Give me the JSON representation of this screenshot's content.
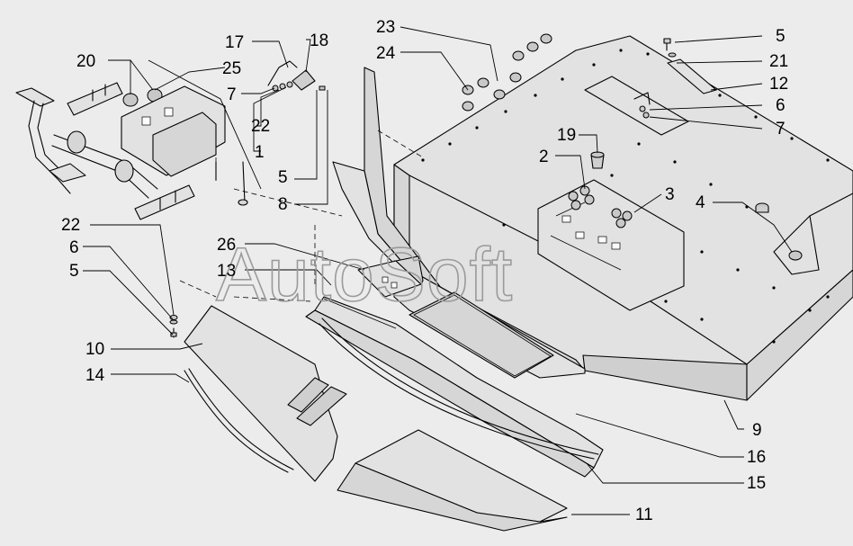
{
  "watermark": "AutoSoft",
  "callouts": [
    {
      "id": "c17",
      "text": "17"
    },
    {
      "id": "c18",
      "text": "18"
    },
    {
      "id": "c20",
      "text": "20"
    },
    {
      "id": "c25",
      "text": "25"
    },
    {
      "id": "c7a",
      "text": "7"
    },
    {
      "id": "c22a",
      "text": "22"
    },
    {
      "id": "c1",
      "text": "1"
    },
    {
      "id": "c5a",
      "text": "5"
    },
    {
      "id": "c8",
      "text": "8"
    },
    {
      "id": "c23",
      "text": "23"
    },
    {
      "id": "c24",
      "text": "24"
    },
    {
      "id": "c5b",
      "text": "5"
    },
    {
      "id": "c21",
      "text": "21"
    },
    {
      "id": "c12",
      "text": "12"
    },
    {
      "id": "c6a",
      "text": "6"
    },
    {
      "id": "c7b",
      "text": "7"
    },
    {
      "id": "c19",
      "text": "19"
    },
    {
      "id": "c2",
      "text": "2"
    },
    {
      "id": "c3",
      "text": "3"
    },
    {
      "id": "c4",
      "text": "4"
    },
    {
      "id": "c22b",
      "text": "22"
    },
    {
      "id": "c6b",
      "text": "6"
    },
    {
      "id": "c5c",
      "text": "5"
    },
    {
      "id": "c26",
      "text": "26"
    },
    {
      "id": "c13",
      "text": "13"
    },
    {
      "id": "c10",
      "text": "10"
    },
    {
      "id": "c14",
      "text": "14"
    },
    {
      "id": "c9",
      "text": "9"
    },
    {
      "id": "c16",
      "text": "16"
    },
    {
      "id": "c15",
      "text": "15"
    },
    {
      "id": "c11",
      "text": "11"
    }
  ]
}
